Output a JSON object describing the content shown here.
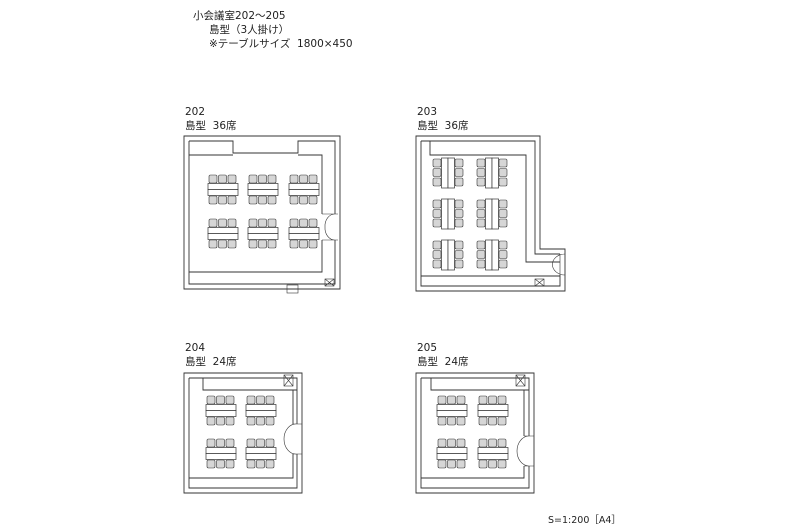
{
  "header": {
    "title": "小会議室202～205",
    "layout": "島型（3人掛け）",
    "table_note": "※テーブルサイズ  1800×450"
  },
  "rooms": [
    {
      "number": "202",
      "layout": "島型  36席"
    },
    {
      "number": "203",
      "layout": "島型  36席"
    },
    {
      "number": "204",
      "layout": "島型  24席"
    },
    {
      "number": "205",
      "layout": "島型  24席"
    }
  ],
  "scale_label": "S=1:200［A4］",
  "icons": [
    "door-swing-icon",
    "utility-box-icon"
  ]
}
